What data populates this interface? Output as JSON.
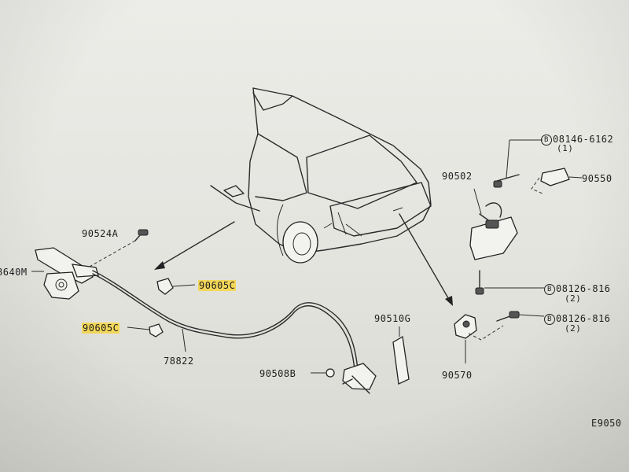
{
  "labels": {
    "part_08146": "08146-6162",
    "part_08146_qty": "(1)",
    "part_90550": "90550",
    "part_90502": "90502",
    "part_90524a": "90524A",
    "part_640m": "8640M",
    "part_90605c_a": "90605C",
    "part_90605c_b": "90605C",
    "part_08126_a": "08126-816",
    "part_08126_a_qty": "(2)",
    "part_08126_b": "08126-816",
    "part_08126_b_qty": "(2)",
    "part_90510g": "90510G",
    "part_78822": "78822",
    "part_90508b": "90508B",
    "part_90570": "90570",
    "drawing_code": "E9050",
    "bolt_symbol": "B"
  },
  "colors": {
    "highlight": "#f3d75a",
    "ink": "#2b2b2b",
    "paper": "#e9e9e6"
  }
}
